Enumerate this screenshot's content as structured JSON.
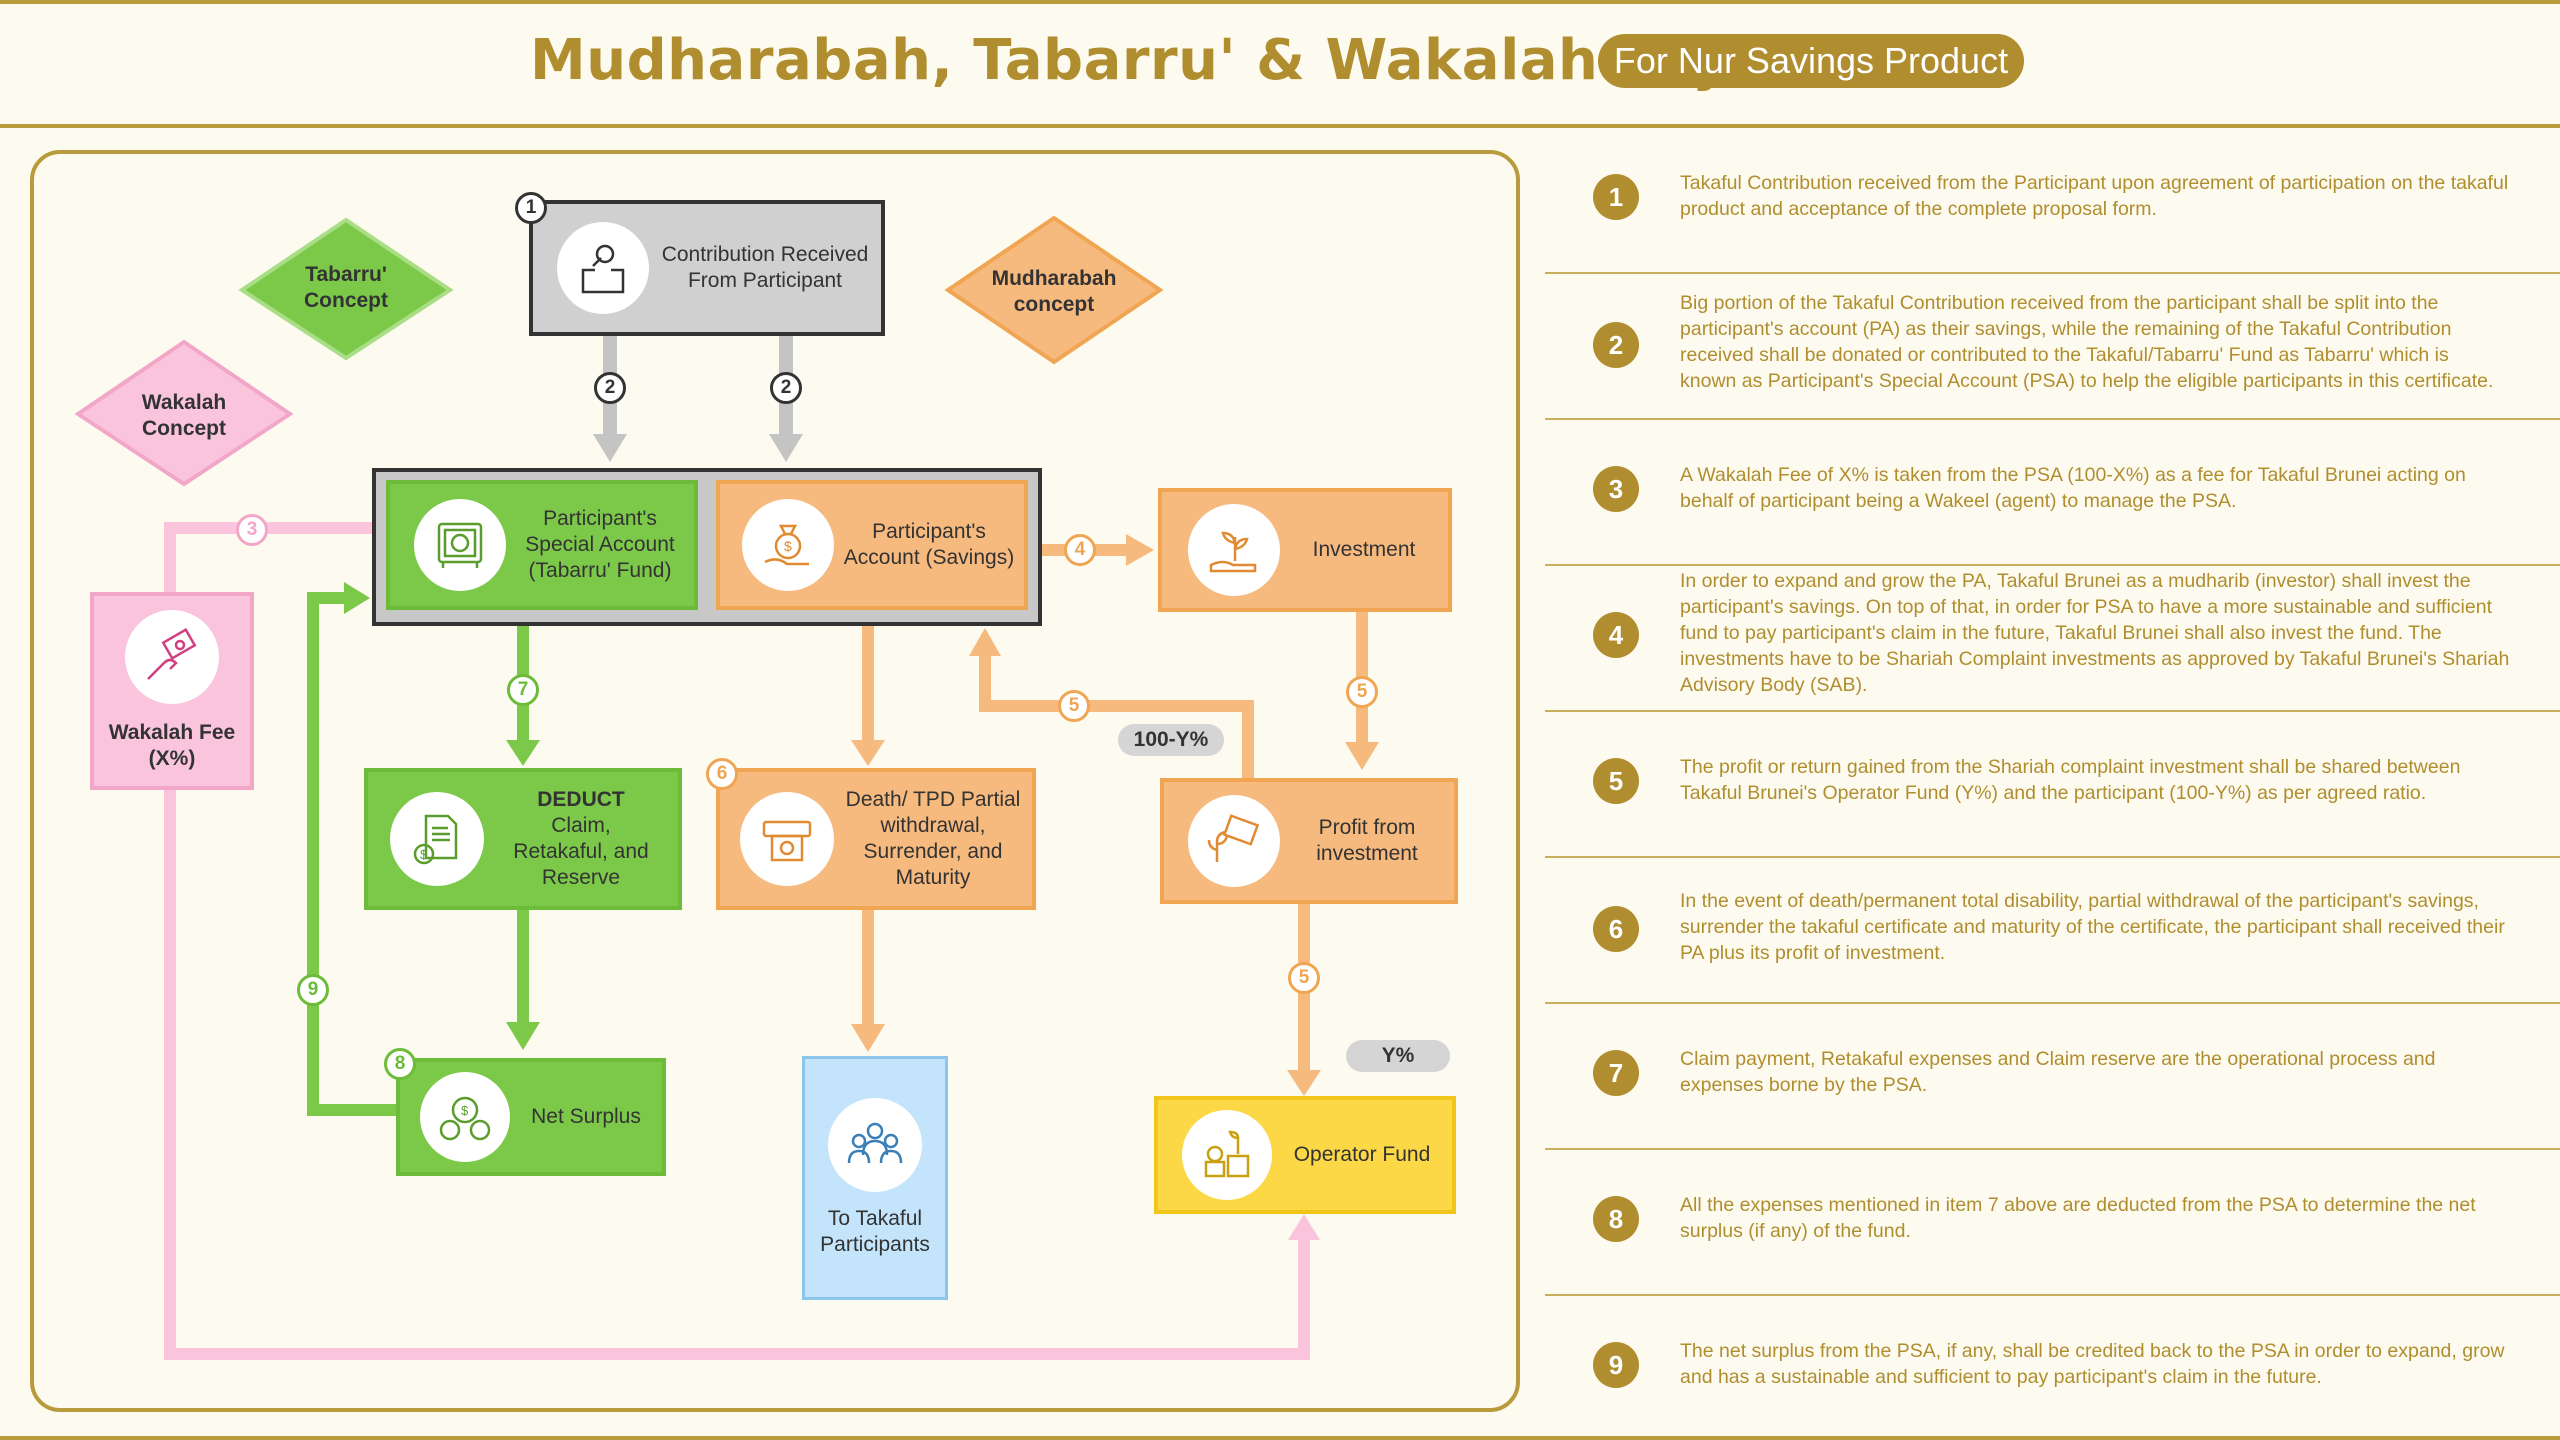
{
  "header": {
    "title": "Mudharabah, Tabarru' & Wakalah (Hybrid)",
    "product_pill": "For Nur Savings Product"
  },
  "diagram": {
    "concepts": {
      "tabarru": "Tabarru' Concept",
      "mudharabah": "Mudharabah concept",
      "wakalah": "Wakalah Concept"
    },
    "boxes": {
      "contribution": "Contribution Received From Participant",
      "psa": "Participant's Special Account (Tabarru' Fund)",
      "pa": "Participant's Account (Savings)",
      "investment": "Investment",
      "profit": "Profit from investment",
      "deduct_title": "DEDUCT",
      "deduct_body": "Claim, Retakaful, and Reserve",
      "death": "Death/ TPD Partial withdrawal, Surrender, and Maturity",
      "net_surplus": "Net Surplus",
      "to_participants": "To Takaful Participants",
      "operator_fund": "Operator Fund",
      "wakalah_fee": "Wakalah Fee (X%)"
    },
    "tags": {
      "hundred_minus_y": "100-Y%",
      "y_percent": "Y%"
    },
    "step_badges": {
      "b1": "1",
      "b2a": "2",
      "b2b": "2",
      "b3": "3",
      "b4": "4",
      "b5a": "5",
      "b5b": "5",
      "b5c": "5",
      "b6": "6",
      "b7": "7",
      "b8": "8",
      "b9": "9"
    }
  },
  "notes": [
    {
      "num": "1",
      "text": "Takaful Contribution received from the Participant upon agreement of participation on the takaful product and acceptance of the complete proposal form."
    },
    {
      "num": "2",
      "text": "Big portion of the Takaful Contribution received from the participant shall be split into the participant's account (PA) as their savings, while the remaining of the Takaful Contribution received shall be donated or contributed to the Takaful/Tabarru' Fund as Tabarru' which is known as Participant's Special Account (PSA) to help the eligible participants in this certificate."
    },
    {
      "num": "3",
      "text": "A Wakalah Fee of X% is taken from the PSA (100-X%) as a fee for Takaful Brunei acting on behalf of participant being a Wakeel (agent) to manage the PSA."
    },
    {
      "num": "4",
      "text": "In order to expand and grow the PA, Takaful Brunei as a mudharib (investor) shall invest the participant's savings. On top of that, in order for PSA to have a more sustainable and sufficient fund to pay participant's claim in the future, Takaful Brunei shall also invest the fund. The investments have to be Shariah Complaint investments as approved by Takaful Brunei's Shariah Advisory Body (SAB)."
    },
    {
      "num": "5",
      "text": "The profit or return gained from the Shariah complaint investment shall be shared between Takaful Brunei's Operator Fund (Y%) and the participant (100-Y%) as per agreed ratio."
    },
    {
      "num": "6",
      "text": "In the event of death/permanent total disability, partial withdrawal of the participant's savings, surrender the takaful certificate and maturity of the certificate, the participant shall received their PA plus its profit of investment."
    },
    {
      "num": "7",
      "text": "Claim payment, Retakaful expenses and Claim reserve are the operational process and expenses borne by the PSA."
    },
    {
      "num": "8",
      "text": "All the expenses mentioned in item 7 above are deducted from the PSA to determine the net surplus (if any) of the fund."
    },
    {
      "num": "9",
      "text": "The net surplus from the PSA, if any, shall be credited back to the PSA in order to expand, grow and has a sustainable and sufficient to pay participant's claim in the future."
    }
  ],
  "colors": {
    "gold": "#b08d2e",
    "green": "#7cc94a",
    "orange": "#f6b97e",
    "yellow": "#fcd846",
    "pink": "#f9c4dc",
    "blue": "#c3e4fb",
    "grey": "#d0d0d0"
  },
  "icons": [
    "coin-drop-icon",
    "safe-icon",
    "money-bag-hand-icon",
    "plant-hand-icon",
    "money-growth-icon",
    "document-money-icon",
    "atm-icon",
    "money-bags-icon",
    "people-group-icon",
    "coins-plant-icon",
    "hand-cash-icon"
  ]
}
